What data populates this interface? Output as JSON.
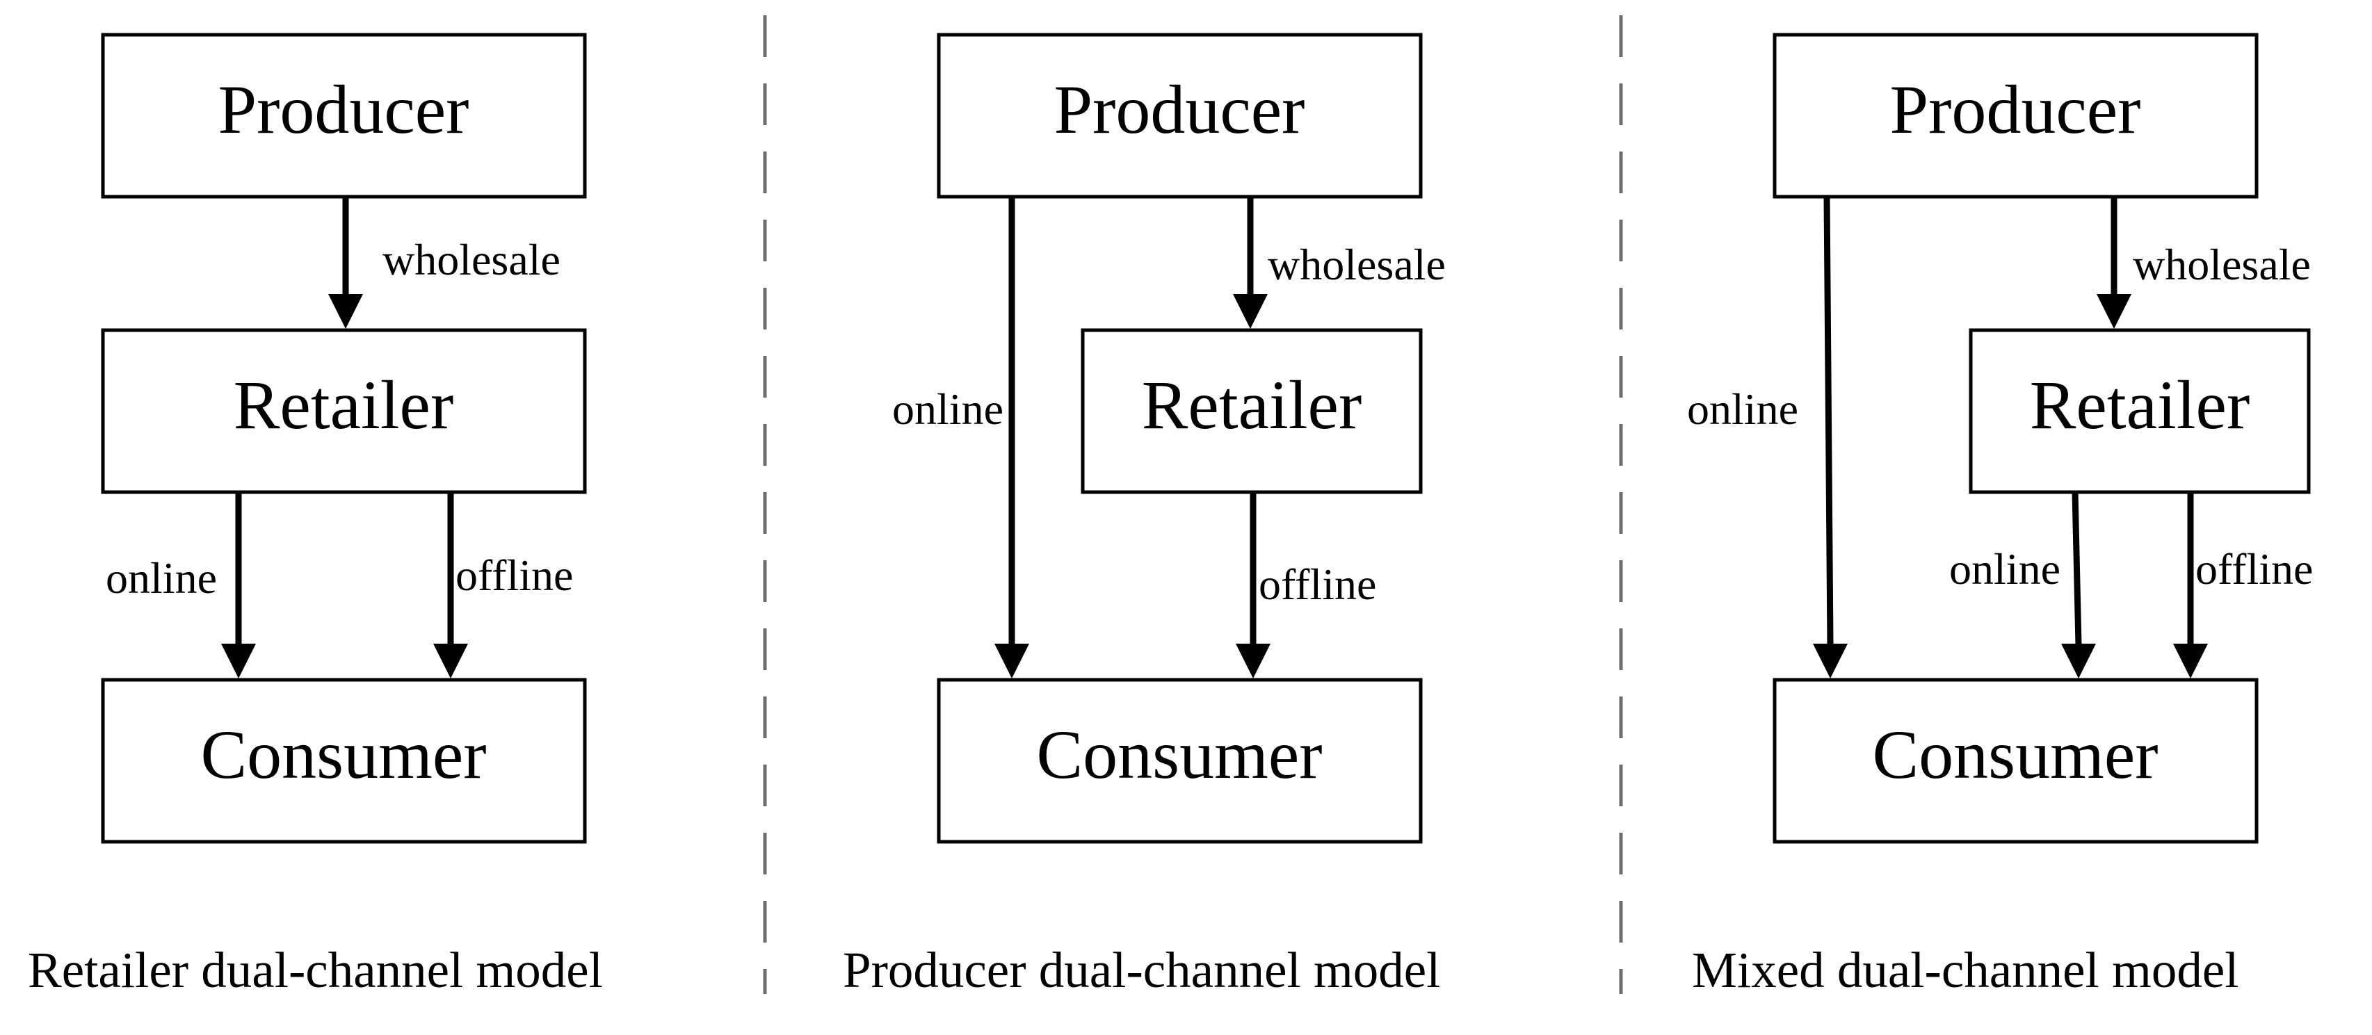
{
  "panels": [
    {
      "caption": "Retailer dual-channel model",
      "nodes": {
        "producer": "Producer",
        "retailer": "Retailer",
        "consumer": "Consumer"
      },
      "edges": [
        {
          "from": "producer",
          "to": "retailer",
          "label": "wholesale"
        },
        {
          "from": "retailer",
          "to": "consumer",
          "label": "online"
        },
        {
          "from": "retailer",
          "to": "consumer",
          "label": "offline"
        }
      ]
    },
    {
      "caption": "Producer dual-channel model",
      "nodes": {
        "producer": "Producer",
        "retailer": "Retailer",
        "consumer": "Consumer"
      },
      "edges": [
        {
          "from": "producer",
          "to": "consumer",
          "label": "online"
        },
        {
          "from": "producer",
          "to": "retailer",
          "label": "wholesale"
        },
        {
          "from": "retailer",
          "to": "consumer",
          "label": "offline"
        }
      ]
    },
    {
      "caption": "Mixed dual-channel model",
      "nodes": {
        "producer": "Producer",
        "retailer": "Retailer",
        "consumer": "Consumer"
      },
      "edges": [
        {
          "from": "producer",
          "to": "consumer",
          "label": "online"
        },
        {
          "from": "producer",
          "to": "retailer",
          "label": "wholesale"
        },
        {
          "from": "retailer",
          "to": "consumer",
          "label": "online"
        },
        {
          "from": "retailer",
          "to": "consumer",
          "label": "offline"
        }
      ]
    }
  ]
}
